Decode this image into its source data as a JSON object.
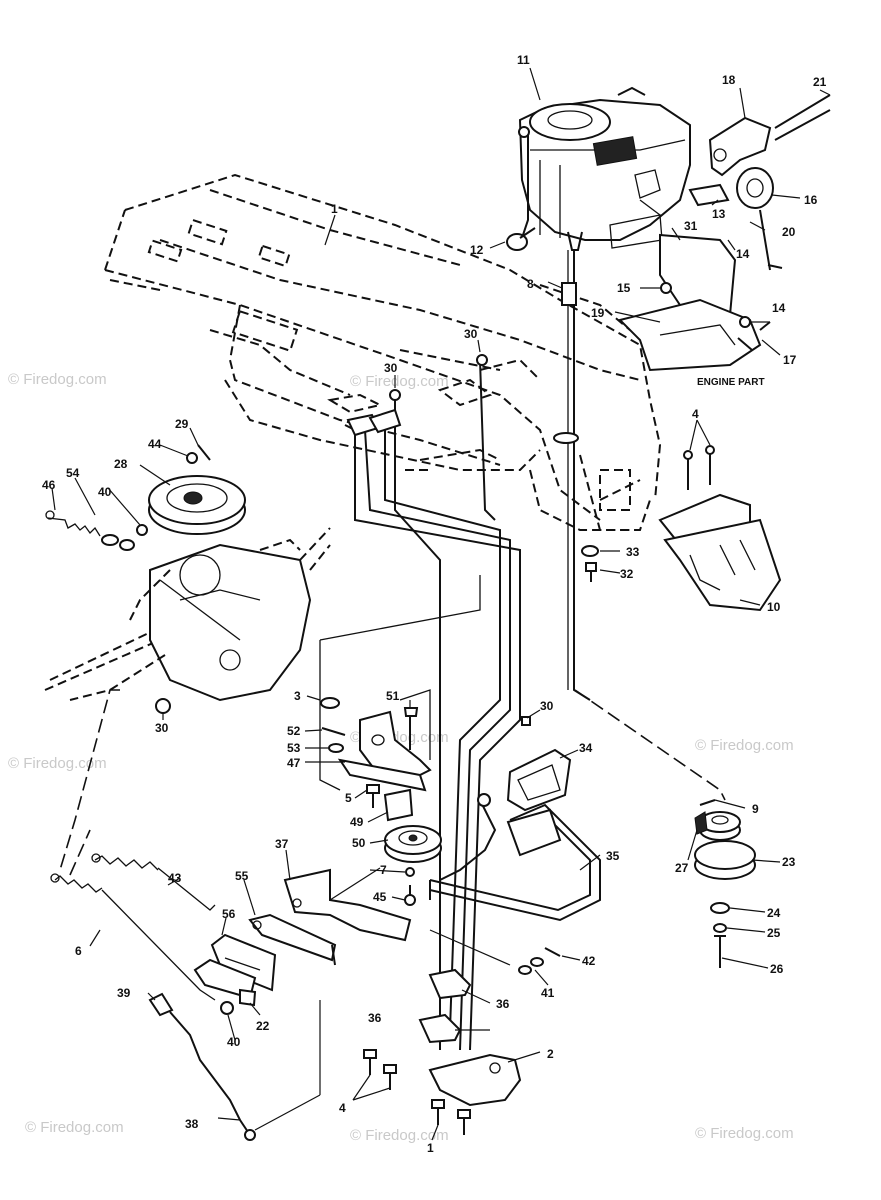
{
  "watermarks": [
    "© Firedog.com",
    "© Firedog.com",
    "© Firedog.com",
    "© Firedog.com",
    "© Firedog.com",
    "© Firedog.com",
    "© Firedog.com",
    "© Firedog.com"
  ],
  "engine_part_label": "ENGINE PART",
  "callouts": {
    "c11": "11",
    "c18": "18",
    "c21": "21",
    "c16": "16",
    "c13": "13",
    "c20": "20",
    "c14a": "14",
    "c12": "12",
    "c31": "31",
    "c8": "8",
    "c15": "15",
    "c19": "19",
    "c14b": "14",
    "c17": "17",
    "c1": "1",
    "c30a": "30",
    "c30b": "30",
    "c29": "29",
    "c44": "44",
    "c28": "28",
    "c54": "54",
    "c40a": "40",
    "c46": "46",
    "c4a": "4",
    "c33": "33",
    "c32": "32",
    "c10": "10",
    "c3": "3",
    "c51": "51",
    "c52": "52",
    "c53": "53",
    "c47": "47",
    "c30c": "30",
    "c30d": "30",
    "c34": "34",
    "c5": "5",
    "c49": "49",
    "c50": "50",
    "c9": "9",
    "c27": "27",
    "c23": "23",
    "c7": "7",
    "c45": "45",
    "c35": "35",
    "c37": "37",
    "c55": "55",
    "c43": "43",
    "c6": "6",
    "c56": "56",
    "c24": "24",
    "c25": "25",
    "c26": "26",
    "c42": "42",
    "c41": "41",
    "c39": "39",
    "c40b": "40",
    "c22": "22",
    "c36a": "36",
    "c36b": "36",
    "c2": "2",
    "c4b": "4",
    "c38": "38",
    "c1b": "1"
  }
}
